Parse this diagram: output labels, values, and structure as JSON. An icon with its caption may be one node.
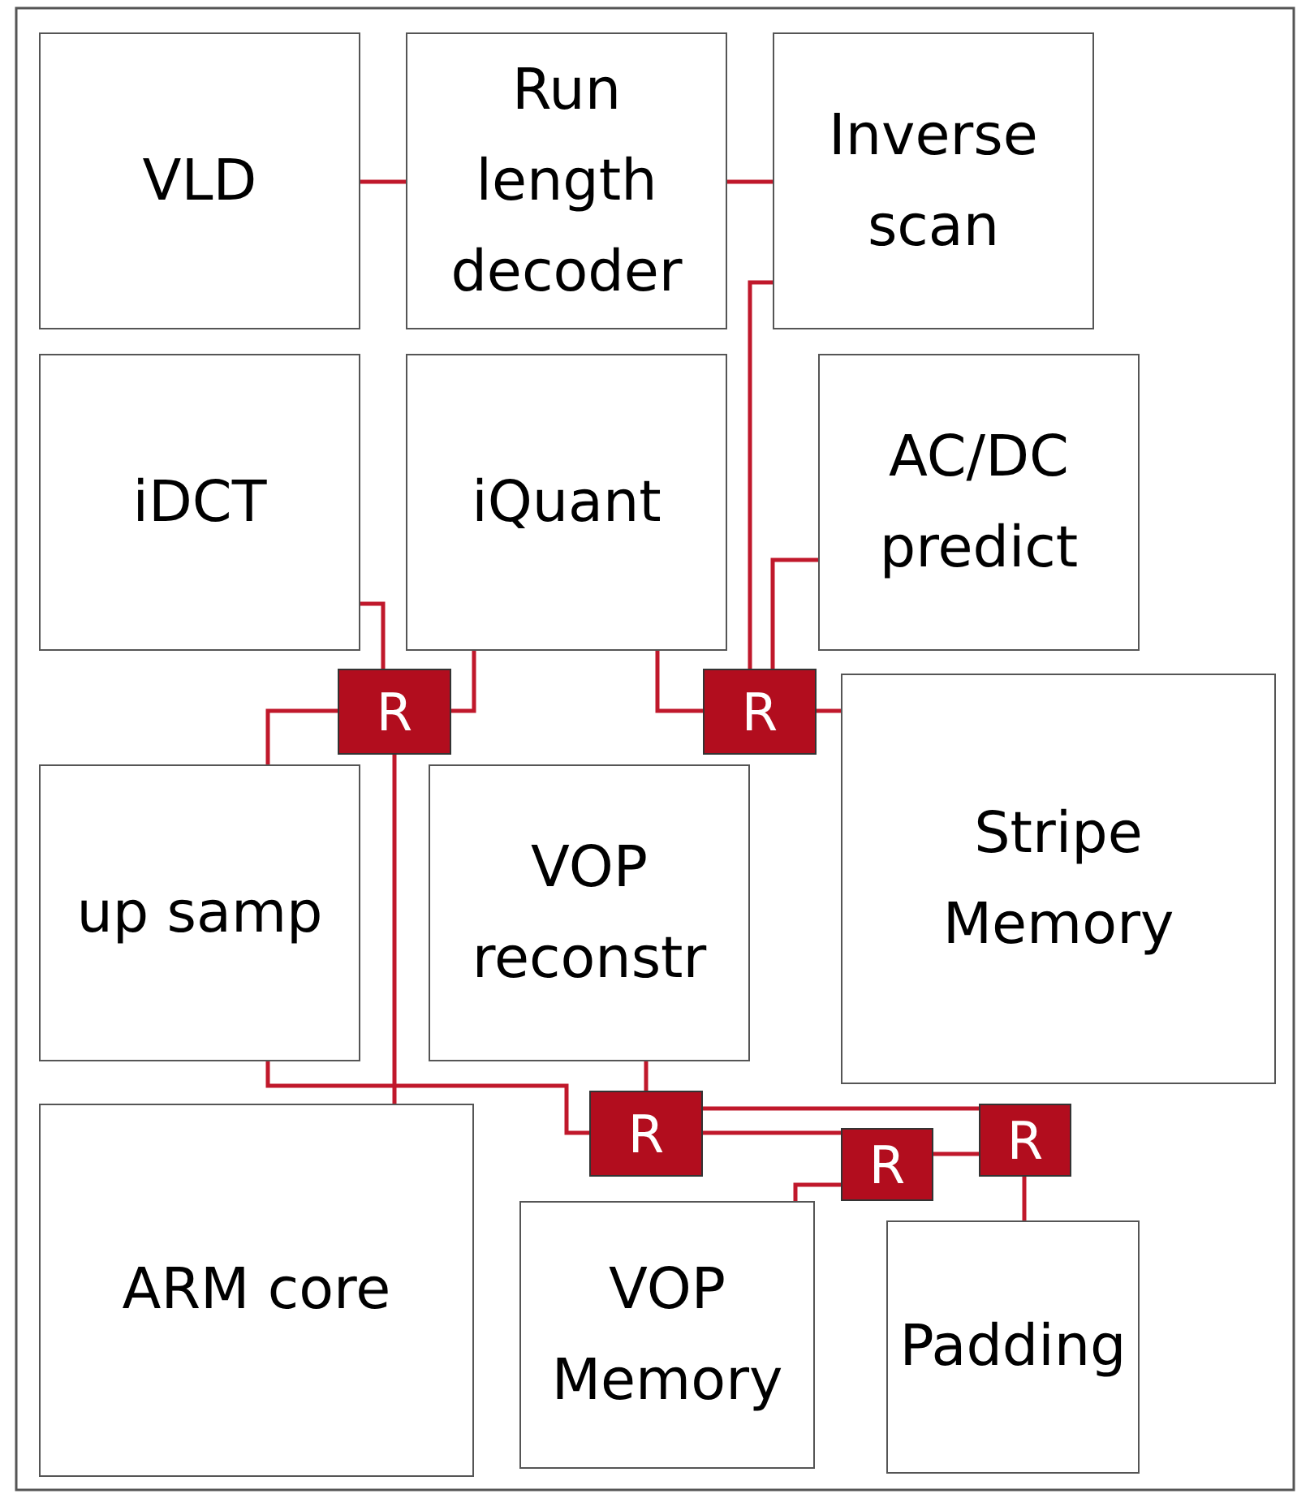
{
  "diagram": {
    "nodes": [
      {
        "text": [
          "VLD"
        ]
      },
      {
        "text": [
          "Run length decoder"
        ]
      },
      {
        "text": [
          "Inverse scan"
        ]
      },
      {
        "text": [
          "iDCT"
        ]
      },
      {
        "text": [
          "iQuant"
        ]
      },
      {
        "text": [
          "AC/DC predict"
        ]
      },
      {
        "text": [
          "R"
        ]
      },
      {
        "text": [
          "R"
        ]
      },
      {
        "text": [
          "up samp"
        ]
      },
      {
        "text": [
          "VOP reconstr"
        ]
      },
      {
        "text": [
          "Stripe Memory"
        ]
      },
      {
        "text": [
          "R"
        ]
      },
      {
        "text": [
          "R"
        ]
      },
      {
        "text": [
          "R"
        ]
      },
      {
        "text": [
          "ARM core"
        ]
      },
      {
        "text": [
          "VOP Memory"
        ]
      },
      {
        "text": [
          "Padding"
        ]
      }
    ],
    "edges": [
      {
        "from": 0,
        "to": 1,
        "arrow": "none"
      },
      {
        "from": 1,
        "to": 2,
        "arrow": "none"
      },
      {
        "from": 2,
        "to": 7,
        "arrow": "none"
      },
      {
        "from": 5,
        "to": 7,
        "arrow": "none"
      },
      {
        "from": 4,
        "to": 7,
        "arrow": "none"
      },
      {
        "from": 7,
        "to": 10,
        "arrow": "none"
      },
      {
        "from": 3,
        "to": 6,
        "arrow": "none"
      },
      {
        "from": 4,
        "to": 6,
        "arrow": "none"
      },
      {
        "from": 6,
        "to": 8,
        "arrow": "none"
      },
      {
        "from": 6,
        "to": 14,
        "arrow": "none"
      },
      {
        "from": 8,
        "to": 11,
        "arrow": "none"
      },
      {
        "from": 9,
        "to": 11,
        "arrow": "none"
      },
      {
        "from": 11,
        "to": 13,
        "arrow": "none"
      },
      {
        "from": 11,
        "to": 12,
        "arrow": "none"
      },
      {
        "from": 12,
        "to": 13,
        "arrow": "none"
      },
      {
        "from": 12,
        "to": 15,
        "arrow": "none"
      },
      {
        "from": 13,
        "to": 16,
        "arrow": "none"
      }
    ]
  }
}
